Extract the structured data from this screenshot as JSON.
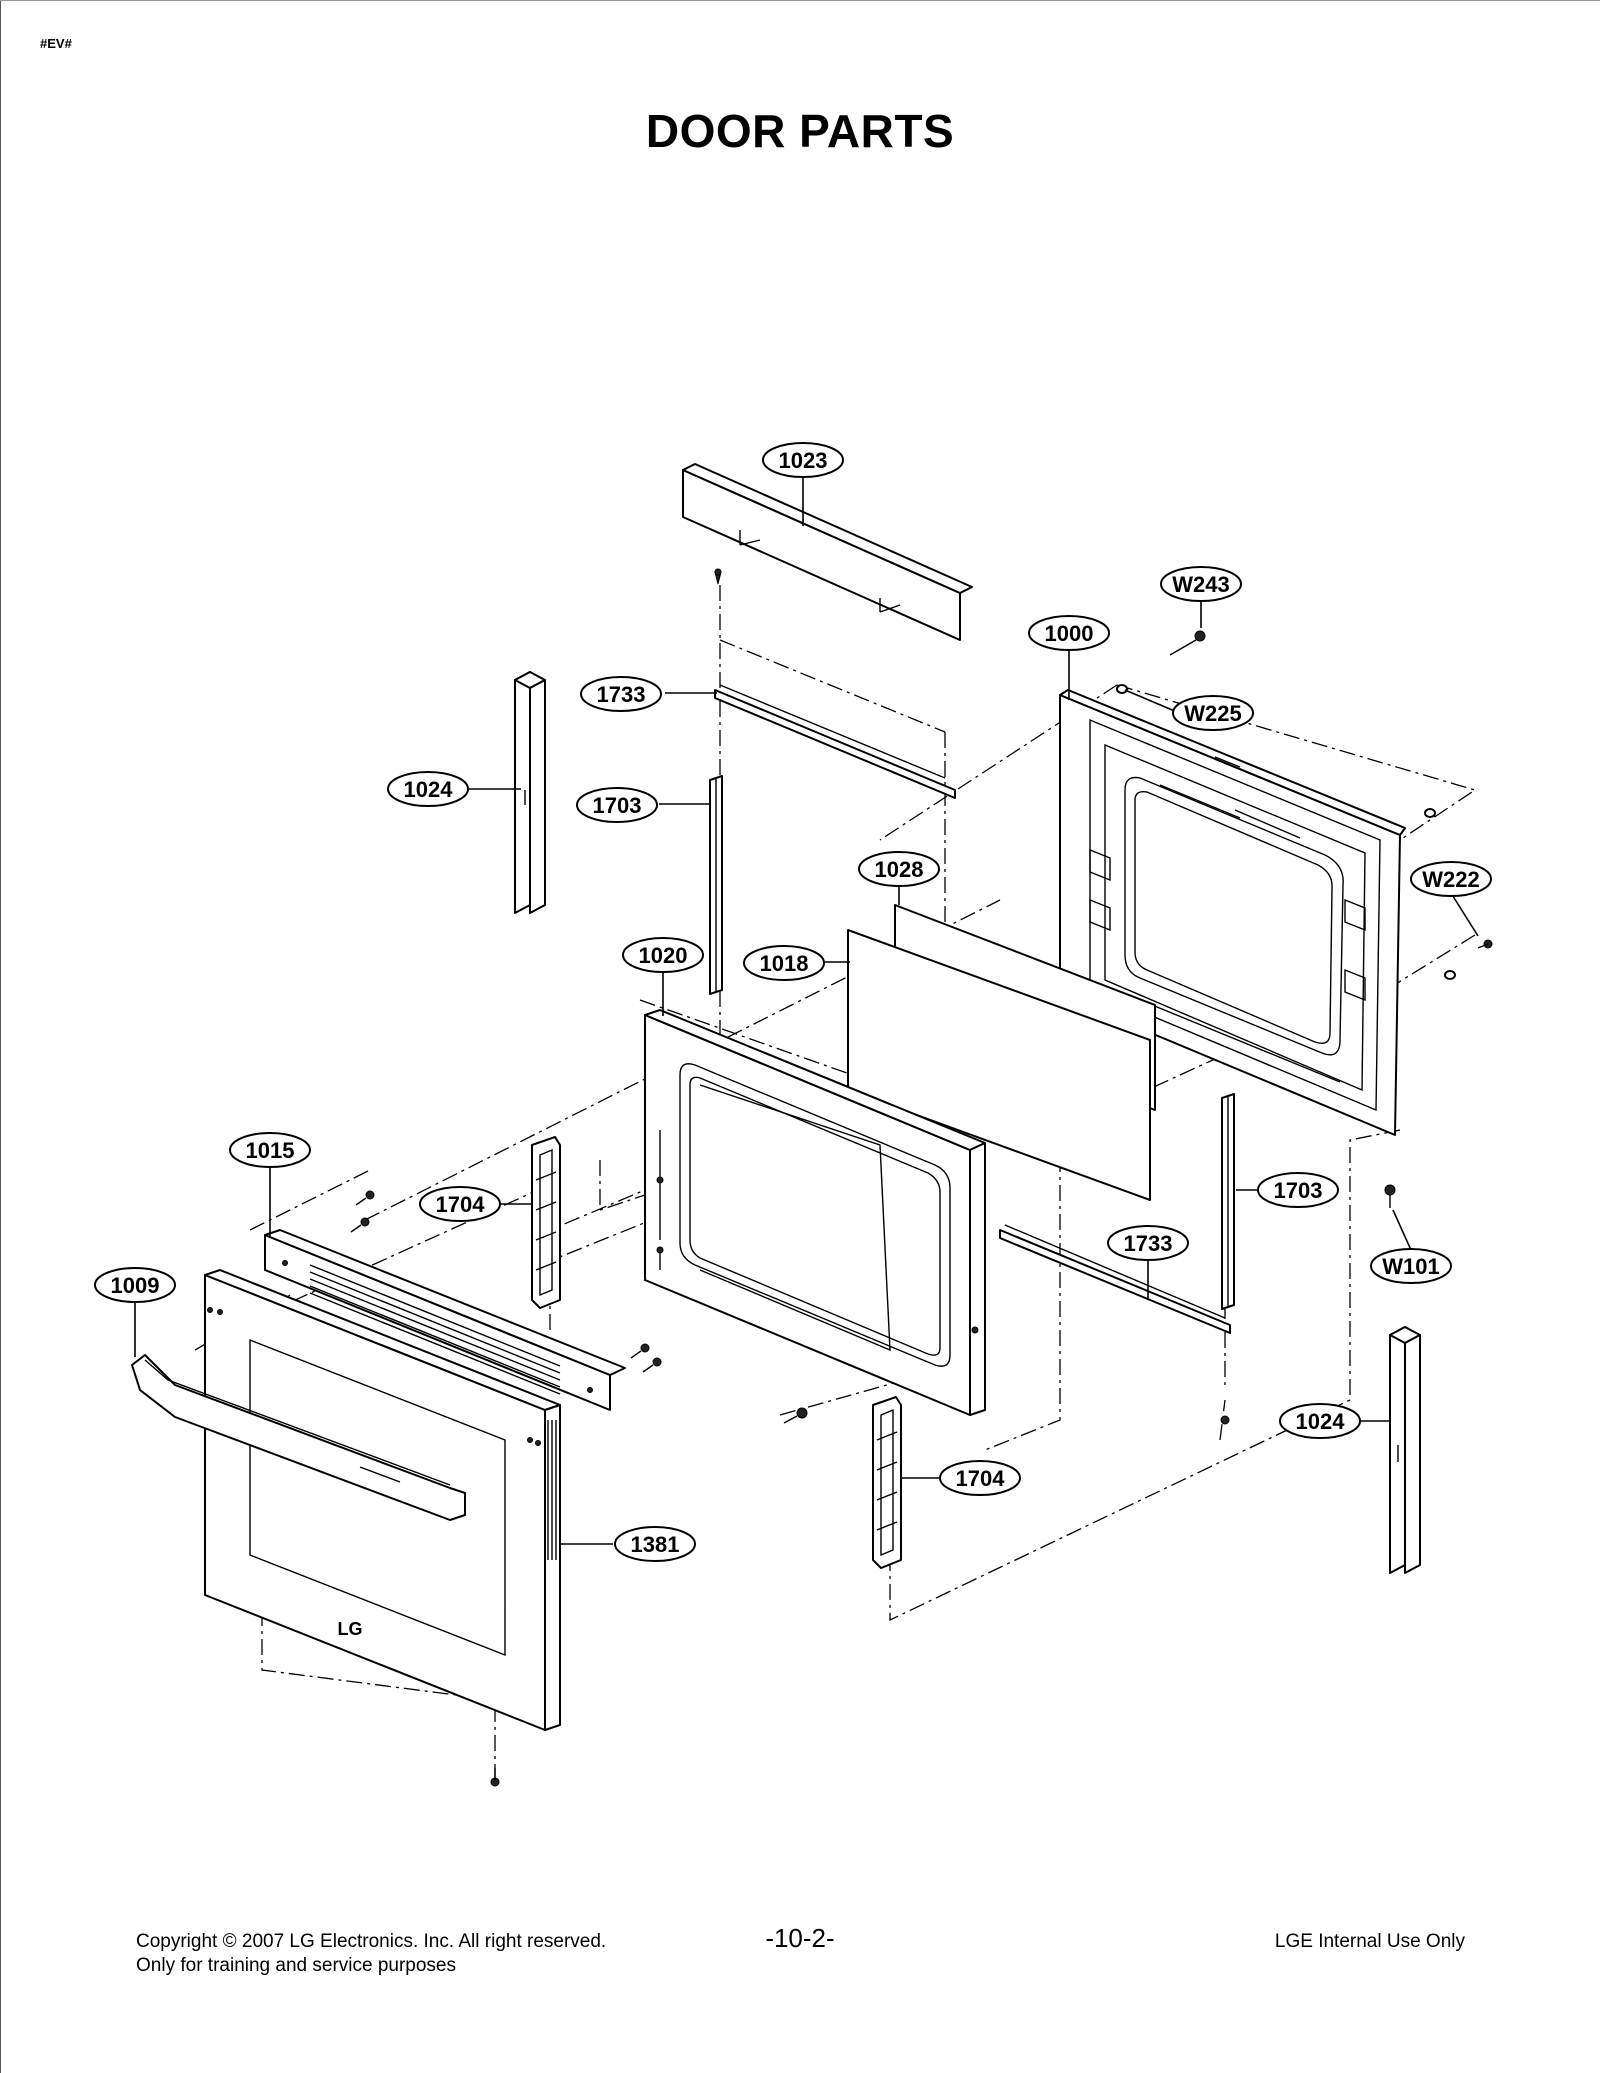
{
  "header": {
    "doc_code": "#EV#",
    "title": "DOOR PARTS"
  },
  "callouts": [
    {
      "id": "c-1023",
      "label": "1023"
    },
    {
      "id": "c-W243",
      "label": "W243"
    },
    {
      "id": "c-1000",
      "label": "1000"
    },
    {
      "id": "c-1733-top",
      "label": "1733"
    },
    {
      "id": "c-W225",
      "label": "W225"
    },
    {
      "id": "c-1024-left",
      "label": "1024"
    },
    {
      "id": "c-1703-left",
      "label": "1703"
    },
    {
      "id": "c-1028",
      "label": "1028"
    },
    {
      "id": "c-W222",
      "label": "W222"
    },
    {
      "id": "c-1020",
      "label": "1020"
    },
    {
      "id": "c-1018",
      "label": "1018"
    },
    {
      "id": "c-1015",
      "label": "1015"
    },
    {
      "id": "c-1703-right",
      "label": "1703"
    },
    {
      "id": "c-1704-left",
      "label": "1704"
    },
    {
      "id": "c-1733-bottom",
      "label": "1733"
    },
    {
      "id": "c-W101",
      "label": "W101"
    },
    {
      "id": "c-1009",
      "label": "1009"
    },
    {
      "id": "c-1024-right",
      "label": "1024"
    },
    {
      "id": "c-1704-bottom",
      "label": "1704"
    },
    {
      "id": "c-1381",
      "label": "1381"
    }
  ],
  "door_logo_text": "LG",
  "footer": {
    "copyright": "Copyright © 2007 LG Electronics. Inc. All right reserved.",
    "purpose": "Only for training and service purposes",
    "page_number": "-10-2-",
    "usage": "LGE Internal Use Only"
  }
}
